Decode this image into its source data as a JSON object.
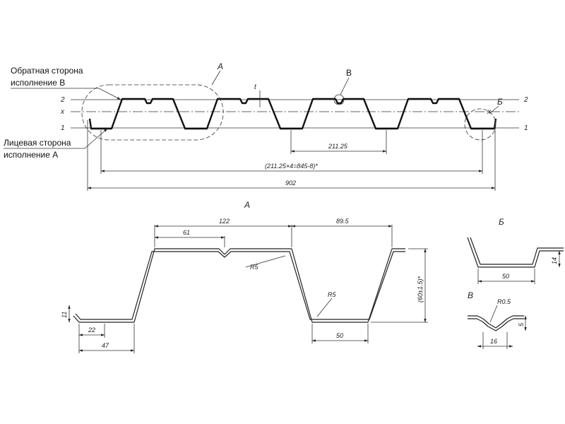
{
  "labels": {
    "back_side_line1": "Обратная сторона",
    "back_side_line2": "исполнение В",
    "front_side_line1": "Лицевая сторона",
    "front_side_line2": "исполнение А"
  },
  "markers": {
    "view_a": "А",
    "view_b": "Б",
    "view_v": "В",
    "level_2": "2",
    "level_x": "x",
    "level_1": "1",
    "thickness": "t"
  },
  "main_dims": {
    "pitch": "211.25",
    "working_width": "(211.25×4=845-8)*",
    "full_width": "902"
  },
  "detail_a": {
    "title": "А",
    "dim_122": "122",
    "dim_61": "61",
    "dim_89_5": "89.5",
    "radius_r5": "R5",
    "radius_r5b": "R5",
    "height": "(60±1.5)*",
    "dim_11": "11",
    "dim_22": "22",
    "dim_47": "47",
    "dim_50": "50"
  },
  "detail_b": {
    "title": "Б",
    "dim_50": "50",
    "dim_14": "14"
  },
  "detail_v": {
    "title": "В",
    "radius": "R0.5",
    "dim_5": "5",
    "dim_16": "16"
  }
}
